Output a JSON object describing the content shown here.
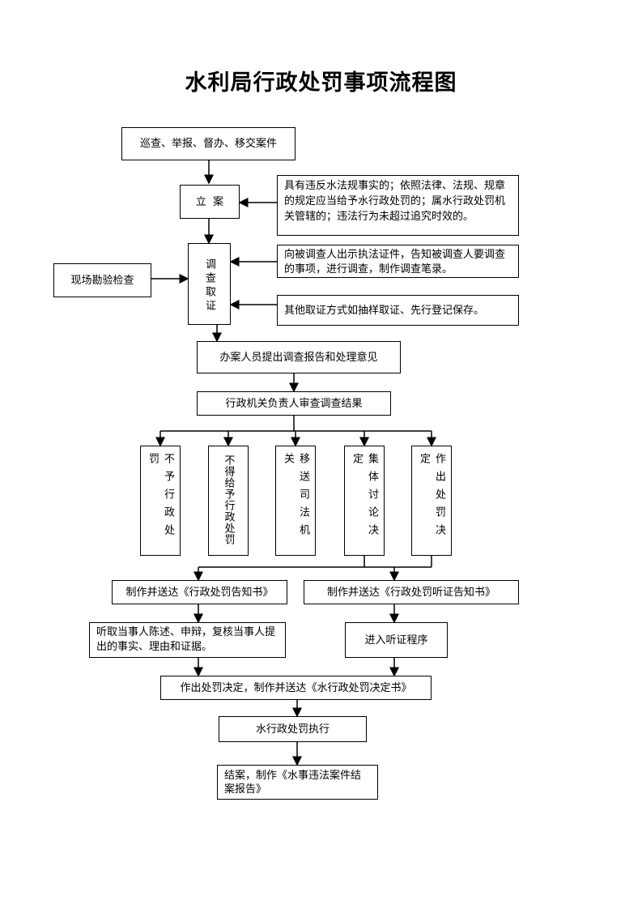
{
  "title": "水利局行政处罚事项流程图",
  "nodes": {
    "source": "巡查、举报、督办、移交案件",
    "filing": "立  案",
    "filing_note": "具有违反水法规事实的；依照法律、法规、规章的规定应当给予水行政处罚的；属水行政处罚机关管辖的；违法行为未超过追究时效的。",
    "investigate": "调查取证",
    "investigate_note1": "向被调查人出示执法证件，告知被调查人要调查的事项，进行调查，制作调查笔录。",
    "investigate_note2": "其他取证方式如抽样取证、先行登记保存。",
    "site_survey": "现场勘验检查",
    "report": "办案人员提出调查报告和处理意见",
    "review": "行政机关负责人审查调查结果",
    "outcomes": [
      "不予行政处罚",
      "不得给予行政处罚",
      "移送司法机关",
      "集体讨论决定",
      "作出处罚决定"
    ],
    "notice": "制作并送达《行政处罚告知书》",
    "hearing_notice": "制作并送达《行政处罚听证告知书》",
    "statement": "听取当事人陈述、申辩，复核当事人提出的事实、理由和证据。",
    "hearing": "进入听证程序",
    "decision": "作出处罚决定，制作并送达《水行政处罚决定书》",
    "execute": "水行政处罚执行",
    "close": "结案，制作《水事违法案件结案报告》"
  }
}
